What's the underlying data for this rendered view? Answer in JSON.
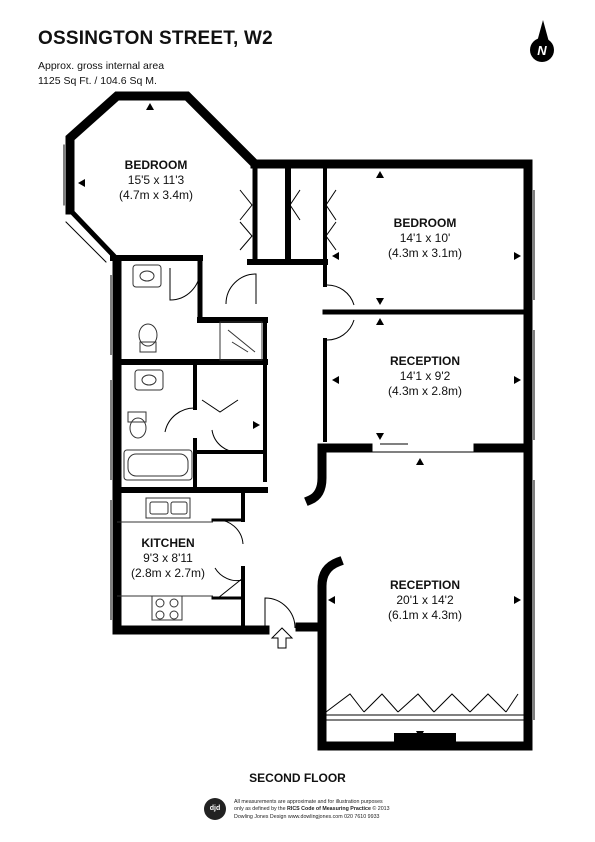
{
  "header": {
    "title": "OSSINGTON STREET, W2",
    "area_label": "Approx. gross internal area",
    "area_value": "1125 Sq Ft. / 104.6 Sq M."
  },
  "compass": {
    "label": "N"
  },
  "rooms": {
    "bedroom1": {
      "name": "BEDROOM",
      "size_imperial": "15'5 x 11'3",
      "size_metric": "(4.7m x 3.4m)"
    },
    "bedroom2": {
      "name": "BEDROOM",
      "size_imperial": "14'1 x 10'",
      "size_metric": "(4.3m x 3.1m)"
    },
    "reception1": {
      "name": "RECEPTION",
      "size_imperial": "14'1 x 9'2",
      "size_metric": "(4.3m x 2.8m)"
    },
    "kitchen": {
      "name": "KITCHEN",
      "size_imperial": "9'3 x 8'11",
      "size_metric": "(2.8m x 2.7m)"
    },
    "reception2": {
      "name": "RECEPTION",
      "size_imperial": "20'1 x 14'2",
      "size_metric": "(6.1m x 4.3m)"
    }
  },
  "floor_label": "SECOND FLOOR",
  "footer": {
    "logo_text": "djd",
    "line1": "All measurements are approximate and for illustration purposes",
    "line2_prefix": "only as defined by the ",
    "line2_bold": "RICS Code of Measuring Practice",
    "line2_suffix": " © 2013",
    "line3": "Dowling Jones Design www.dowlingjones.com 020 7610 9933"
  },
  "colors": {
    "wall": "#000000",
    "fixture": "#333333"
  }
}
